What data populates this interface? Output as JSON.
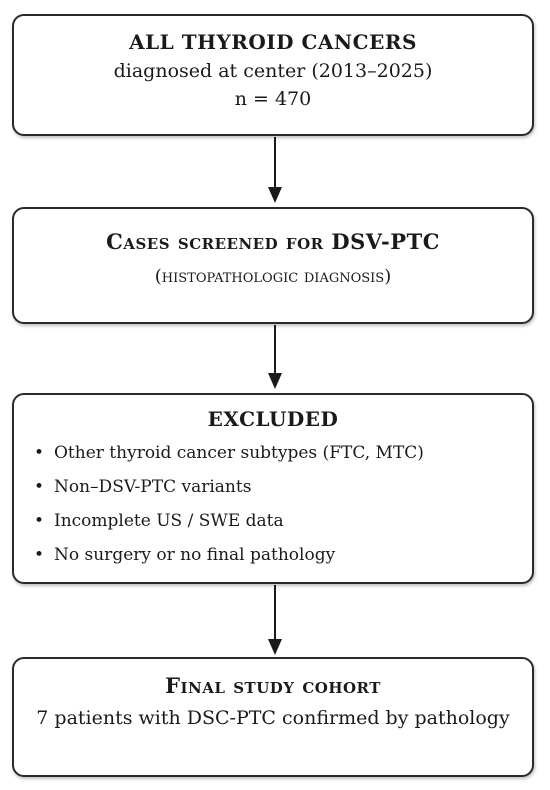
{
  "box1": {
    "title": "ALL THYROID CANCERS",
    "line1": "diagnosed at center (2013–2025)",
    "line2": "n = 470"
  },
  "box2": {
    "title": "Cases screened for DSV-PTC",
    "subtitle": "(histopathologic diagnosis)"
  },
  "box3": {
    "title": "EXCLUDED",
    "items": [
      "Other thyroid cancer subtypes  (FTC, MTC)",
      "Non–DSV-PTC variants",
      "Incomplete US / SWE data",
      "No surgery or no final pathology"
    ]
  },
  "box4": {
    "title": "Final study cohort",
    "line1": "7 patients with DSC-PTC confirmed by pathology"
  },
  "colors": {
    "border": "#2a2a2a",
    "arrow": "#1a1a1a",
    "background": "#ffffff"
  }
}
